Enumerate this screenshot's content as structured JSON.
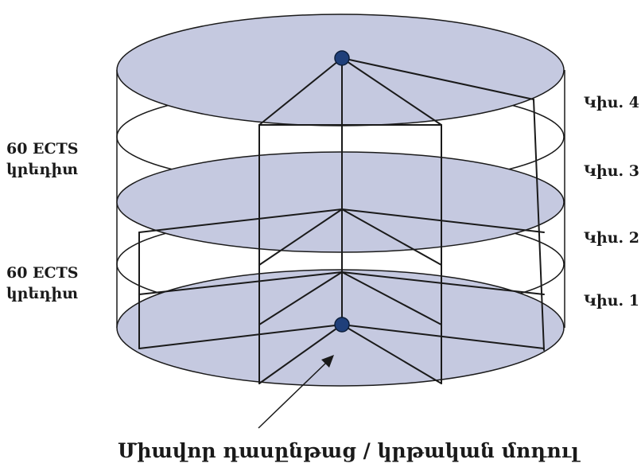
{
  "colors": {
    "disk_fill": "#c5c9e0",
    "line": "#1a1a1a",
    "node_fill": "#1f3f7a"
  },
  "credits": [
    {
      "line1": "60 ECTS",
      "line2": "կրեդիտ"
    },
    {
      "line1": "60 ECTS",
      "line2": "կրեդիտ"
    }
  ],
  "levels": [
    "Կիս. 4",
    "Կիս. 3",
    "Կիս. 2",
    "Կիս. 1"
  ],
  "caption": "Միավոր դասընթաց / կրթական մոդուլ"
}
